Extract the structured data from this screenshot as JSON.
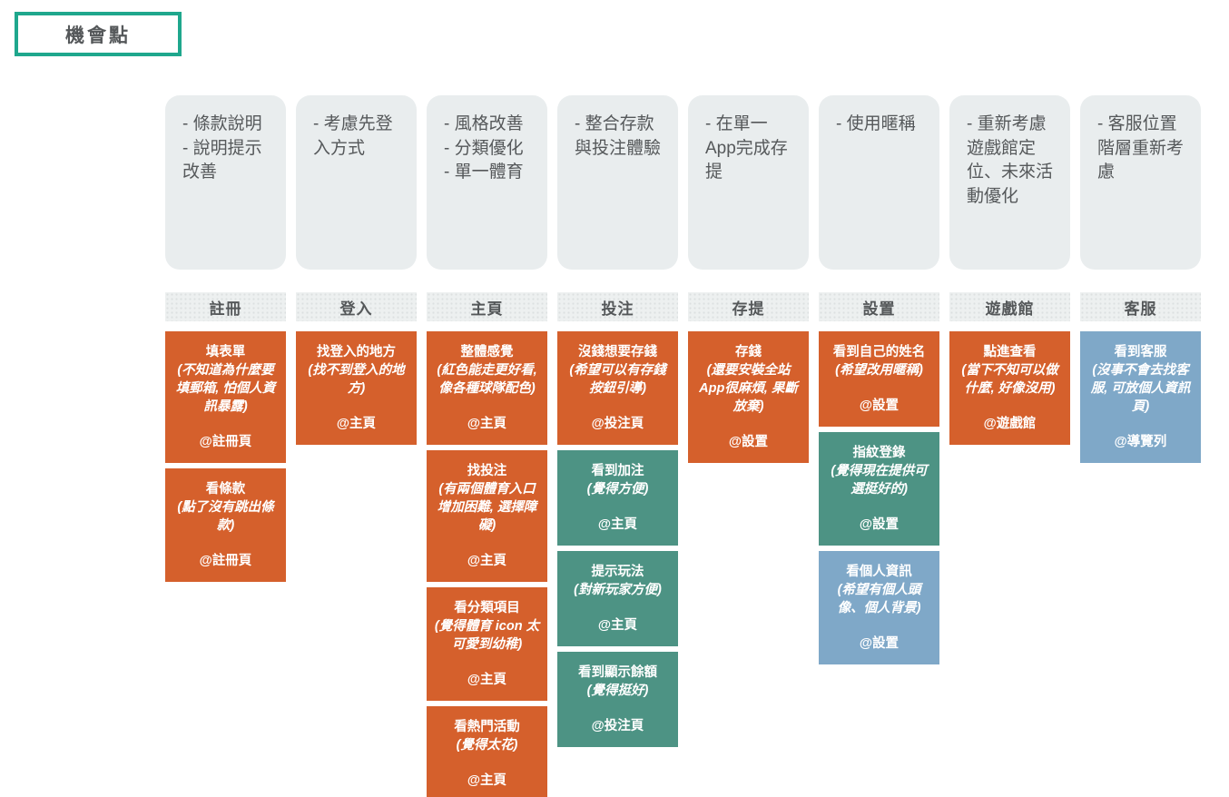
{
  "title": "機會點",
  "colors": {
    "orange": "#D5602C",
    "teal": "#4D9384",
    "blue": "#7FA8C8",
    "panel_bg": "#E9EDEE",
    "header_bg": "#EDF0F0",
    "accent": "#1FA78D",
    "text": "#55585A"
  },
  "columns": [
    {
      "header": "註冊",
      "opportunities": [
        "- 條款說明",
        "- 說明提示改善"
      ],
      "cards": [
        {
          "color": "orange",
          "title": "填表單",
          "note": "(不知道為什麼要填郵箱, 怕個人資訊暴露)",
          "location": "@註冊頁"
        },
        {
          "color": "orange",
          "title": "看條款",
          "note": "(點了沒有跳出條款)",
          "location": "@註冊頁"
        }
      ]
    },
    {
      "header": "登入",
      "opportunities": [
        "- 考慮先登入方式"
      ],
      "cards": [
        {
          "color": "orange",
          "title": "找登入的地方",
          "note": "(找不到登入的地方)",
          "location": "@主頁"
        }
      ]
    },
    {
      "header": "主頁",
      "opportunities": [
        "- 風格改善",
        "- 分類優化",
        "- 單一體育"
      ],
      "cards": [
        {
          "color": "orange",
          "title": "整體感覺",
          "note": "(紅色能走更好看, 像各種球隊配色)",
          "location": "@主頁"
        },
        {
          "color": "orange",
          "title": "找投注",
          "note": "(有兩個體育入口增加困難, 選擇障礙)",
          "location": "@主頁"
        },
        {
          "color": "orange",
          "title": "看分類項目",
          "note": "(覺得體育 icon 太可愛到幼稚)",
          "location": "@主頁"
        },
        {
          "color": "orange",
          "title": "看熱門活動",
          "note": "(覺得太花)",
          "location": "@主頁"
        }
      ]
    },
    {
      "header": "投注",
      "opportunities": [
        "- 整合存款與投注體驗"
      ],
      "cards": [
        {
          "color": "orange",
          "title": "沒錢想要存錢",
          "note": "(希望可以有存錢按鈕引導)",
          "location": "@投注頁"
        },
        {
          "color": "teal",
          "title": "看到加注",
          "note": "(覺得方便)",
          "location": "@主頁"
        },
        {
          "color": "teal",
          "title": "提示玩法",
          "note": "(對新玩家方便)",
          "location": "@主頁"
        },
        {
          "color": "teal",
          "title": "看到顯示餘額",
          "note": "(覺得挺好)",
          "location": "@投注頁"
        }
      ]
    },
    {
      "header": "存提",
      "opportunities": [
        "- 在單一App完成存提"
      ],
      "cards": [
        {
          "color": "orange",
          "title": "存錢",
          "note": "(還要安裝全站App很麻煩, 果斷放棄)",
          "location": "@設置"
        }
      ]
    },
    {
      "header": "設置",
      "opportunities": [
        "- 使用暱稱"
      ],
      "cards": [
        {
          "color": "orange",
          "title": "看到自己的姓名",
          "note": "(希望改用暱稱)",
          "location": "@設置"
        },
        {
          "color": "teal",
          "title": "指紋登錄",
          "note": "(覺得現在提供可選挺好的)",
          "location": "@設置"
        },
        {
          "color": "blue",
          "title": "看個人資訊",
          "note": "(希望有個人頭像、個人背景)",
          "location": "@設置"
        }
      ]
    },
    {
      "header": "遊戲館",
      "opportunities": [
        "- 重新考慮遊戲館定位、未來活動優化"
      ],
      "cards": [
        {
          "color": "orange",
          "title": "點進查看",
          "note": "(當下不知可以做什麼, 好像沒用)",
          "location": "@遊戲館"
        }
      ]
    },
    {
      "header": "客服",
      "opportunities": [
        "- 客服位置階層重新考慮"
      ],
      "cards": [
        {
          "color": "blue",
          "title": "看到客服",
          "note": "(沒事不會去找客服, 可放個人資訊頁)",
          "location": "@導覽列"
        }
      ]
    }
  ]
}
